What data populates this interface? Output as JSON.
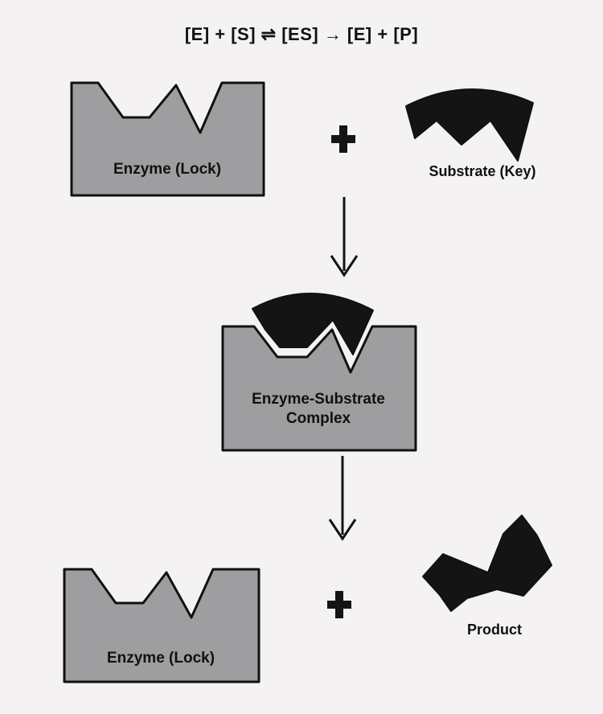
{
  "equation": "[E] + [S] ⇌ [ES] → [E] + [P]",
  "top_row": {
    "enzyme_label": "Enzyme (Lock)",
    "substrate_label": "Substrate (Key)"
  },
  "complex": {
    "line1": "Enzyme-Substrate",
    "line2": "Complex"
  },
  "bottom_row": {
    "enzyme_label": "Enzyme (Lock)",
    "product_label": "Product"
  },
  "colors": {
    "enzyme_fill": "#9e9ea0",
    "shape_dark": "#141414",
    "outline": "#111111",
    "background": "#f4f2f3"
  }
}
